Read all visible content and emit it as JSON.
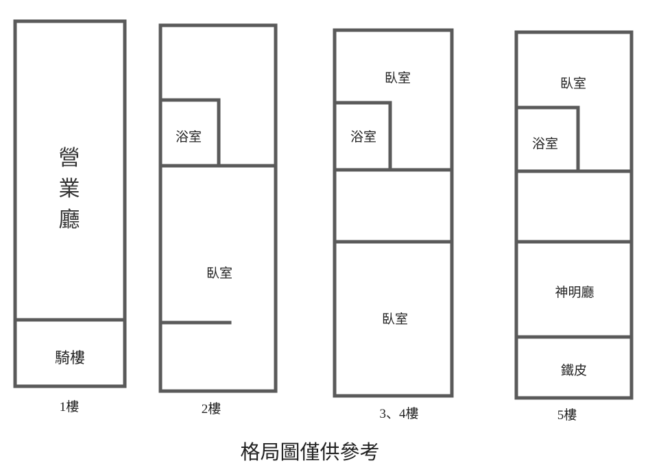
{
  "floors": [
    {
      "label": "1樓",
      "rooms": {
        "hall": [
          "營",
          "業",
          "廳"
        ],
        "arcade": "騎樓"
      }
    },
    {
      "label": "2樓",
      "rooms": {
        "bathroom": "浴室",
        "bedroom": "臥室"
      }
    },
    {
      "label": "3、4樓",
      "rooms": {
        "bedroom_front": "臥室",
        "bathroom": "浴室",
        "bedroom_back": "臥室"
      }
    },
    {
      "label": "5樓",
      "rooms": {
        "bedroom": "臥室",
        "bathroom": "浴室",
        "shrine_hall": "神明廳",
        "iron_sheet": "鐵皮"
      }
    }
  ],
  "note": "格局圖僅供參考",
  "colors": {
    "wall": "#5a5a5a",
    "text": "#222222",
    "background": "#ffffff"
  }
}
